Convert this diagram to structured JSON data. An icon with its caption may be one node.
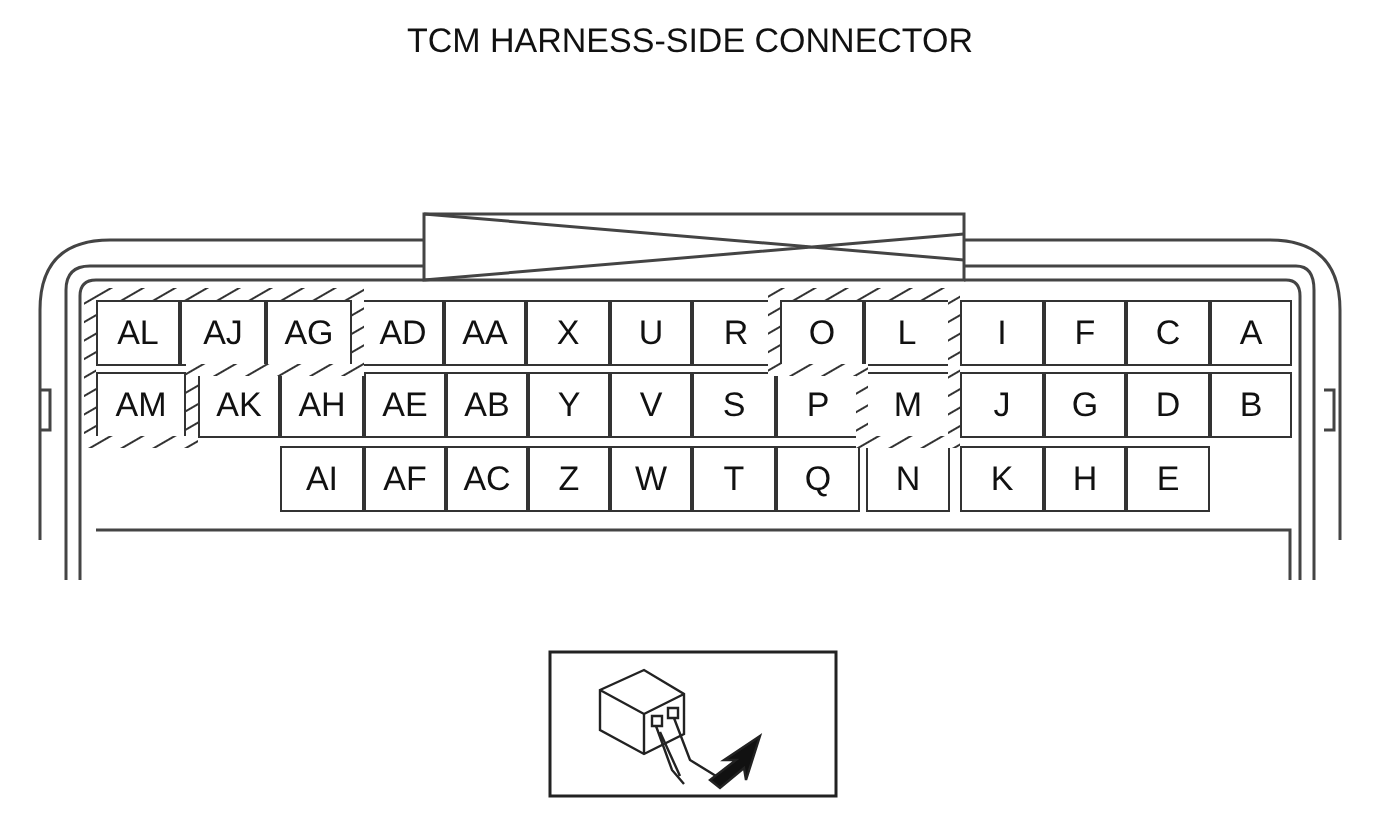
{
  "diagram": {
    "title": "TCM HARNESS-SIDE CONNECTOR",
    "labels": [
      "AL",
      "AJ",
      "AG",
      "AD",
      "AA",
      "X",
      "U",
      "R",
      "O",
      "L",
      "I",
      "F",
      "C",
      "A",
      "AM",
      "AK",
      "AH",
      "AE",
      "AB",
      "Y",
      "V",
      "S",
      "P",
      "M",
      "J",
      "G",
      "D",
      "B",
      "AI",
      "AF",
      "AC",
      "Z",
      "W",
      "T",
      "Q",
      "N",
      "K",
      "H",
      "E"
    ]
  }
}
